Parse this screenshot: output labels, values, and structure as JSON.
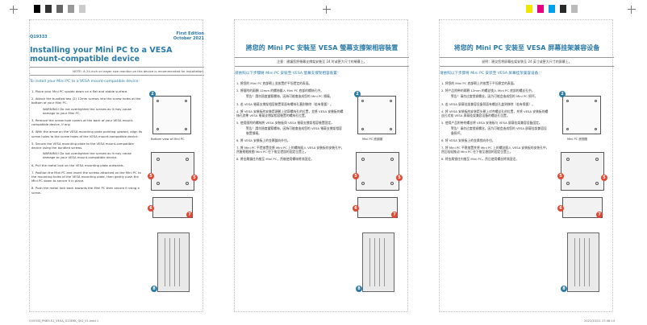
{
  "colors": {
    "accent": "#2a7aa6",
    "badge_red": "#e04832"
  },
  "page1": {
    "code": "Q19333",
    "edition_line1": "First Edition",
    "edition_line2": "October 2021",
    "title": "Installing your Mini PC to a VESA mount-compatible device",
    "note": "NOTE: A 24-inch or larger size monitor on the device is recommended for installation.",
    "intro": "To install your Mini PC to a VESA mount-compatible device:",
    "steps": [
      {
        "text": "1.  Place your Mini PC upside down on a flat and stable surface.",
        "warning": ""
      },
      {
        "text": "2.  Attach the bundled two (2) 12mm screws into the screw holes at the bottom of your Mini PC.",
        "warning": "WARNING! Do not overtighten the screws as it may cause damage to your Mini PC."
      },
      {
        "text": "3.  Remove the screw hole covers at the back of your VESA mount-compatible device, if any.",
        "warning": ""
      },
      {
        "text": "4.  With the arrow on the VESA mounting plate pointing upward, align its screw holes to the screw holes of the VESA mount-compatible device.",
        "warning": ""
      },
      {
        "text": "5.  Secure the VESA mounting plate to the VESA mount-compatible device using the bundled screws.",
        "warning": "WARNING! Do not overtighten the screws as it may cause damage to your VESA mount-compatible device."
      },
      {
        "text": "6.  Pull the metal lock on the VESA mounting plate outwards.",
        "warning": ""
      },
      {
        "text": "7.  Position the Mini PC and insert the screws attached on the Mini PC to the mounting holes of the VESA mounting plate, then gently push the Mini PC down to secure it in place.",
        "warning": ""
      },
      {
        "text": "8.  Push the metal lock back towards the Mini PC then secure it using a screw.",
        "warning": ""
      }
    ],
    "fig_label": "Bottom view of Mini PC",
    "footer": "Q19333_PN63-S1_VESA_G15E6K_QIG_V1.indd   1"
  },
  "page2": {
    "title": "將您的 Mini PC 安裝至 VESA 螢幕支撐架相容裝置",
    "note": "注意：建議您將螢幕支撐架安裝至 24 吋或更大尺寸的螢幕上。",
    "intro": "請依照以下步驟將 Mini PC 安裝至 VESA 螢幕支撐架相容裝置：",
    "steps": [
      {
        "text": "1.  將您的 Mini PC 底部朝上並放置於平坦穩定的表面。",
        "warning": ""
      },
      {
        "text": "2.  將隨附的兩顆 12mm 的螺絲鎖入 Mini PC 底部的螺絲孔中。",
        "warning": "警告！請勿過度鎖緊螺絲，因為可能會造成您的 Mini PC 損壞。"
      },
      {
        "text": "3.  若 VESA 螢幕支撐架相容裝置背面有螺絲孔蓋則移除（若有需要）。",
        "warning": ""
      },
      {
        "text": "4.  將 VESA 安裝板的安裝箭頭朝上對齊螺絲孔的位置，並將 VESA 安裝板的螺絲孔對準 VESA 螢幕支撐架相容裝置的螺絲孔位置。",
        "warning": ""
      },
      {
        "text": "5.  使用隨附的螺絲將 VESA 安裝板與 VESA 螢幕支撐架相容裝置固定。",
        "warning": "警告！請勿過度鎖緊螺絲，因為可能會造成您的 VESA 螢幕支撐架相容裝置損壞。"
      },
      {
        "text": "6.  將 VESA 安裝板上的金屬鎖向外拉。",
        "warning": ""
      },
      {
        "text": "7.  將 Mini PC 平穩放置並將 Mini PC 上的螺絲插入 VESA 安裝板的安裝孔中，然後輕輕推動 Mini PC 往下推至穩固的固定位置上。",
        "warning": ""
      },
      {
        "text": "8.  將金屬鎖往內推至 Mini PC，然後使用螺絲將其固定。",
        "warning": ""
      }
    ],
    "fig_label": "Mini PC 底部圖"
  },
  "page3": {
    "title": "将您的 Mini PC 安装至 VESA 屏幕挂架兼容设备",
    "note": "说明：建议您将屏幕挂架安装至 24 英寸或更大尺寸的屏幕上。",
    "intro": "请依照以下步骤将 Mini PC 安装至 VESA 屏幕挂架兼容设备：",
    "steps": [
      {
        "text": "1.  将您的 Mini PC 底部朝上并放置于平坦稳定的表面。",
        "warning": ""
      },
      {
        "text": "2.  将产品附带的两颗 12mm 的螺丝锁入 Mini PC 底部的螺丝孔中。",
        "warning": "警告！请勿过度锁紧螺丝，因为可能会造成您的 Mini PC 损坏。"
      },
      {
        "text": "3.  若 VESA 屏幕挂架兼容设备背面有螺丝孔盖则移除（若有需要）。",
        "warning": ""
      },
      {
        "text": "4.  将 VESA 安装板的安装箭头朝上对齐螺丝孔的位置，并将 VESA 安装板的螺丝孔对准 VESA 屏幕挂架兼容设备的螺丝孔位置。",
        "warning": ""
      },
      {
        "text": "5.  使用产品附带的螺丝将 VESA 安装板与 VESA 屏幕挂架兼容设备固定。",
        "warning": "警告！请勿过度锁紧螺丝，因为可能会造成您的 VESA 屏幕挂架兼容设备损坏。"
      },
      {
        "text": "6.  将 VESA 安装板上的金属锁向外拉。",
        "warning": ""
      },
      {
        "text": "7.  将 Mini PC 平稳放置并将 Mini PC 上的螺丝插入 VESA 安装板的安装孔中，然后轻轻推动 Mini PC 往下推至稳固的固定位置上。",
        "warning": ""
      },
      {
        "text": "8.  将金属锁往内推至 Mini PC，然后使用螺丝将其固定。",
        "warning": ""
      }
    ],
    "fig_label": "Mini PC 底视图",
    "footer": "2021/10/21   17:46:14"
  },
  "badges": [
    "2",
    "5",
    "6",
    "7",
    "8"
  ]
}
